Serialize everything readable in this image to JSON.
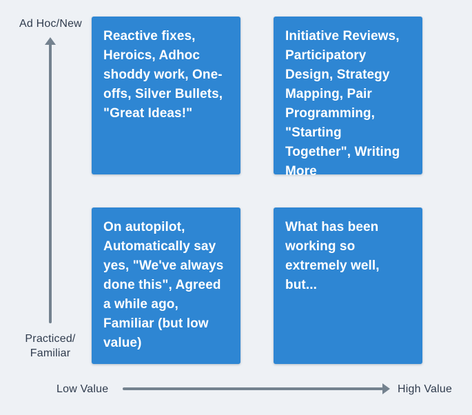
{
  "colors": {
    "background": "#EEF1F5",
    "quadrant": "#2E86D3",
    "quadrant_text": "#FFFFFF",
    "axis_text": "#2F3B4D",
    "arrow": "#74828F"
  },
  "y_axis": {
    "top_label": "Ad Hoc/New",
    "bottom_label": "Practiced/\nFamiliar"
  },
  "x_axis": {
    "left_label": "Low Value",
    "right_label": "High Value"
  },
  "quadrants": {
    "top_left": {
      "text": "Reactive fixes, Heroics, Adhoc shoddy work, One-offs, Silver Bullets, \"Great Ideas!\""
    },
    "top_right": {
      "text": "Initiative Reviews, Participatory Design, Strategy Mapping, Pair Programming, \"Starting Together\", Writing More"
    },
    "bottom_left": {
      "text": "On autopilot, Automatically say yes, \"We've always done this\", Agreed a while ago, Familiar (but low value)"
    },
    "bottom_right": {
      "text": "What has been working so extremely well, but..."
    }
  }
}
